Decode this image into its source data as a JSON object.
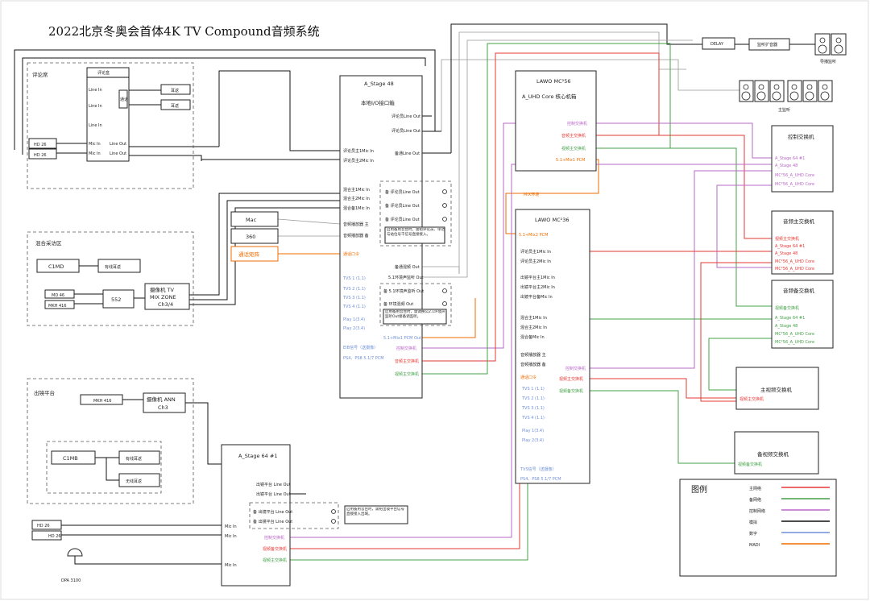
{
  "title": "2022北京冬奥会首体4K TV Compound音频系统",
  "commentary": {
    "area": "评论席",
    "box": "评论盒",
    "ports": [
      "Line In",
      "Line In",
      "Line In",
      "Mic In",
      "Mic In"
    ],
    "side_label": "通话",
    "line_outs": [
      "Line Out",
      "Line Out"
    ],
    "ear1": "耳返",
    "ear2": "耳返",
    "hd1": "HD 26",
    "hd2": "HD 26"
  },
  "mixzone": {
    "area": "混合采访区",
    "c1md": "C1MD",
    "ear": "有线耳返",
    "mic1": "MD 46",
    "mic2": "MKH 416",
    "rx": "552",
    "cam": [
      "摄像机 TV",
      "MIX ZONE",
      "Ch3/4"
    ]
  },
  "platform": {
    "area": "出镜平台",
    "mic": "MKH 416",
    "cam": [
      "摄像机 ANN",
      "Ch3"
    ],
    "c1mb": "C1MB",
    "ear1": "有线耳返",
    "ear2": "无线耳返",
    "hd1": "HD 26",
    "hd2": "HD 26",
    "dpa": "DPA 3100"
  },
  "mac": "Mac",
  "m360": "360",
  "matrix": "通话矩阵",
  "stage48": {
    "title": "A_Stage 48",
    "subtitle": "本地I/O接口箱",
    "right_outs": [
      "评论员Line Out",
      "评论员Line Out",
      "备通Line Out"
    ],
    "left_ins": [
      "评论员主1Mic In",
      "评论员主2Mic In",
      "混合主1Mic In",
      "混合主2Mic In",
      "混合备1Mic In",
      "音频播放器 主",
      "音频播放器 备"
    ],
    "tb_in": "通话口令",
    "backup": [
      "备 评论员Line Out",
      "备 评论员Line Out",
      "备 评论员Line Out"
    ],
    "backup_note": "启用备用音台时，需把评论员、单达与站位号干信号直接接入。",
    "out1": "备通混频 Out",
    "out2": "5.1环境声监听 Out",
    "tvs": [
      "TVS 1 (1.1)",
      "TVS 2 (1.1)",
      "TVS 3 (1.1)",
      "TVS 4 (1.1)",
      "Play 1(3.4)",
      "Play 2(3.4)"
    ],
    "b2": [
      "备 5.1环境声监听 Out",
      "备 环境混频 Out"
    ],
    "b2_note": "启用备用音台时，需调换公2.1环境声监听Out接备调监听。",
    "pcm": "5.1+Mix1 PCM Out",
    "sdi": [
      "EIB信号（送摄像）",
      "PS4、PS8 5.1/7 PCM"
    ],
    "sw": [
      "控制交换机",
      "音频主交换机",
      "视频主交换机"
    ]
  },
  "mc56": {
    "title": "LAWO MC²56",
    "subtitle": "A_UHD Core 核心机箱",
    "sw": [
      "控制交换机",
      "音频主交换机",
      "视频主交换机"
    ],
    "pcm": "5.1+Mix1 PCM"
  },
  "mc36": {
    "title": "LAWO MC²36",
    "pcm": "5.1+Mix2 PCM",
    "mix_label": "MIX环境",
    "ins": [
      "评论员主1Mic In",
      "评论员主2Mic In",
      "出镜平台主1Mic In",
      "出镜平台主2Mic In",
      "出镜平台备Mic In",
      "混合主1Mic In",
      "混合主2Mic In",
      "混合备Mic In",
      "音频播放器 主",
      "音频播放器 备"
    ],
    "tb": "通话口令",
    "tvs": [
      "TVS 1 (1.1)",
      "TVS 2 (1.1)",
      "TVS 3 (1.1)",
      "TVS 4 (1.1)",
      "Play 1(3.4)",
      "Play 2(3.4)"
    ],
    "sdi": [
      "TVS信号（送摄像）",
      "PS4、PS8 5.1/7 PCM"
    ],
    "sw": [
      "控制交换机",
      "视频主交换机",
      "视频备交换机"
    ]
  },
  "stage64": {
    "title": "A_Stage 64 #1",
    "outs": [
      "出镜平台 Line Out",
      "出镜平台 Line Out"
    ],
    "backup": [
      "备 出镜平台 Line Out",
      "备 出镜平台 Line Out"
    ],
    "note": "启用备用音台时，需把出镜平台信号直接接入出域。",
    "mics": [
      "Mic In",
      "Mic In",
      "Mic In"
    ],
    "sw": [
      "控制交换机",
      "视频备交换机",
      "视频主交换机"
    ]
  },
  "delay": "DELAY",
  "amp": "监听扩音器",
  "mon_spk": "导播监听",
  "main_spk": "主监听",
  "ctrl_sw": {
    "title": "控制交换机",
    "items": [
      "A_Stage 64 #1",
      "A_Stage 48",
      "MC²56_A_UHD Core",
      "MC²56_A_UHD Core"
    ]
  },
  "audio_sw": {
    "title": "音频主交换机",
    "items": [
      "视频主交换机",
      "A_Stage 64 #1",
      "A_Stage 48",
      "MC²56_A_UHD Core",
      "MC²56_A_UHD Core"
    ]
  },
  "audio_b_sw": {
    "title": "音频备交换机",
    "items": [
      "视频备交换机",
      "A_Stage 64 #1",
      "A_Stage 48",
      "MC²56_A_UHD Core",
      "MC²56_A_UHD Core"
    ]
  },
  "main_vsw": {
    "title": "主视频交换机",
    "item": "视频主交换机"
  },
  "back_vsw": {
    "title": "备视频交换机",
    "item": "视频备交换机"
  },
  "legend": {
    "title": "图例",
    "items": [
      {
        "label": "主网络",
        "color": "#e53935"
      },
      {
        "label": "备网络",
        "color": "#43a047"
      },
      {
        "label": "控制网络",
        "color": "#ba68c8"
      },
      {
        "label": "模拟",
        "color": "#111111"
      },
      {
        "label": "数字",
        "color": "#6f8fd8"
      },
      {
        "label": "MADI",
        "color": "#ef6c00"
      }
    ]
  }
}
